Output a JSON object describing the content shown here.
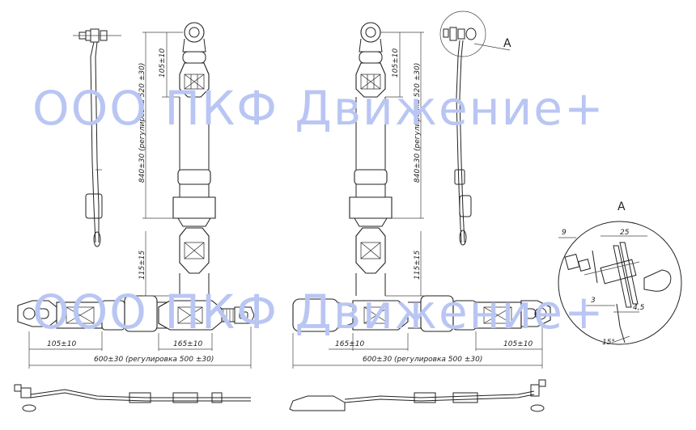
{
  "watermark": "ООО ПКФ Движение+",
  "dimensions": {
    "d105_v": "105±10",
    "d840": "840±30 (регулировка 520 ±30)",
    "d115": "115±15",
    "d105_h": "105±10",
    "d165": "165±10",
    "d600": "600±30 (регулировка 500 ±30)"
  },
  "detail": {
    "callout": "А",
    "title": "А",
    "d9": "9",
    "d25": "25",
    "d3": "3",
    "d45": "4,5",
    "d15": "15°"
  }
}
